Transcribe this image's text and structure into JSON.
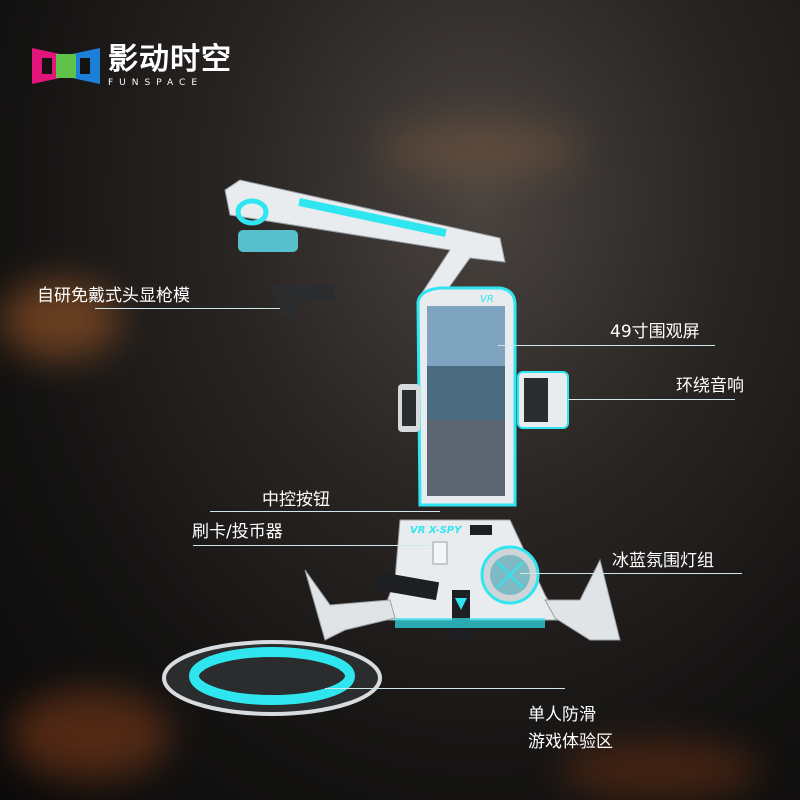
{
  "brand": {
    "name_cn": "影动时空",
    "name_en": "FUNSPACE"
  },
  "machine": {
    "model_label": "VR X-SPY",
    "top_label": "VR"
  },
  "callouts": [
    {
      "text": "自研免戴式头显枪模"
    },
    {
      "text": "49寸围观屏"
    },
    {
      "text": "环绕音响"
    },
    {
      "text": "中控按钮"
    },
    {
      "text": "刷卡/投币器"
    },
    {
      "text": "冰蓝氛围灯组"
    },
    {
      "text": "单人防滑"
    },
    {
      "text": "游戏体验区"
    }
  ],
  "colors": {
    "accent": "#2fe6f0",
    "body": "#e9ecef",
    "dark": "#1d1f22"
  }
}
